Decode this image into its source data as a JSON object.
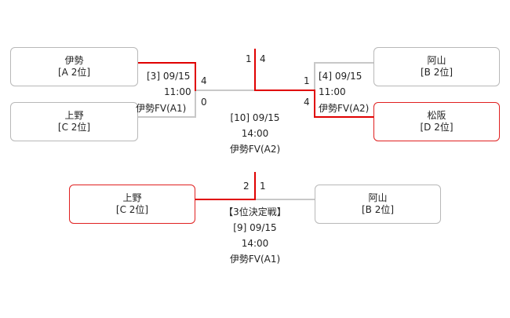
{
  "teams": {
    "ise": {
      "name": "伊勢",
      "seed": "[A 2位]"
    },
    "ueno_top": {
      "name": "上野",
      "seed": "[C 2位]"
    },
    "ayama_top": {
      "name": "阿山",
      "seed": "[B 2位]"
    },
    "matsusaka": {
      "name": "松阪",
      "seed": "[D 2位]"
    },
    "ueno_bottom": {
      "name": "上野",
      "seed": "[C 2位]"
    },
    "ayama_bottom": {
      "name": "阿山",
      "seed": "[B 2位]"
    }
  },
  "matches": {
    "m3": {
      "id": "[3] 09/15",
      "time": "11:00",
      "venue": "伊勢FV(A1)",
      "score_top": "4",
      "score_bottom": "0"
    },
    "m4": {
      "id": "[4] 09/15",
      "time": "11:00",
      "venue": "伊勢FV(A2)",
      "score_top": "1",
      "score_bottom": "4"
    },
    "m10": {
      "id": "[10] 09/15",
      "time": "14:00",
      "venue": "伊勢FV(A2)",
      "score_left": "1",
      "score_right": "4"
    },
    "m9": {
      "title": "【3位決定戦】",
      "id": "[9] 09/15",
      "time": "14:00",
      "venue": "伊勢FV(A1)",
      "score_left": "2",
      "score_right": "1"
    }
  },
  "colors": {
    "winner_line": "#e00000",
    "loser_line": "#c8c8c8",
    "box_border": "#b8b8b8"
  }
}
